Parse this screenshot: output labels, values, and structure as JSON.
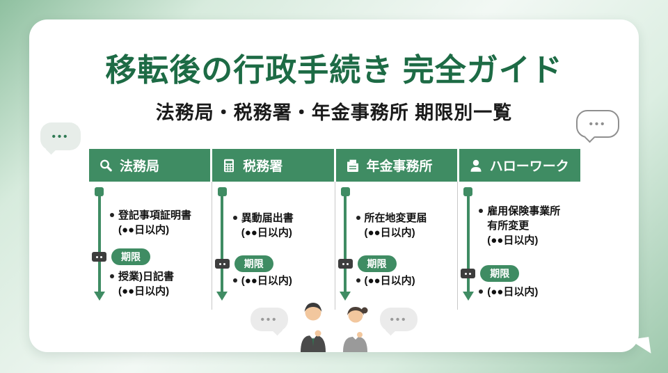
{
  "page": {
    "title": "移転後の行政手続き 完全ガイド",
    "subtitle": "法務局・税務署・年金事務所 期限別一覧",
    "ellipsis": "•••"
  },
  "colors": {
    "accent_green": "#3f8c63",
    "title_green": "#1d6b45",
    "background_green": "#9dc8ac",
    "card_white": "#ffffff",
    "text_dark": "#111111",
    "separator_gray": "#c8c8c8"
  },
  "columns": [
    {
      "header": "法務局",
      "icon": "magnifier-icon",
      "top_item": {
        "lines": [
          "登記事項証明書",
          "(●●日以内)"
        ]
      },
      "deadline": "期限",
      "bottom_item": {
        "lines": [
          "授業)日記書",
          "(●●日以内)"
        ]
      }
    },
    {
      "header": "税務署",
      "icon": "calculator-icon",
      "top_item": {
        "lines": [
          "異動届出書",
          "(●●日以内)"
        ]
      },
      "deadline": "期限",
      "bottom_item": {
        "lines": [
          "(●●日以内)"
        ]
      }
    },
    {
      "header": "年金事務所",
      "icon": "folder-document-icon",
      "top_item": {
        "lines": [
          "所在地変更届",
          "(●●日以内)"
        ]
      },
      "deadline": "期限",
      "bottom_item": {
        "lines": [
          "(●●日以内)"
        ]
      }
    },
    {
      "header": "ハローワーク",
      "icon": "person-icon",
      "top_item": {
        "lines": [
          "雇用保険事業所",
          "有所変更",
          "(●●日以内)"
        ]
      },
      "deadline": "期限",
      "bottom_item": {
        "lines": [
          "(●●日以内)"
        ]
      }
    }
  ]
}
